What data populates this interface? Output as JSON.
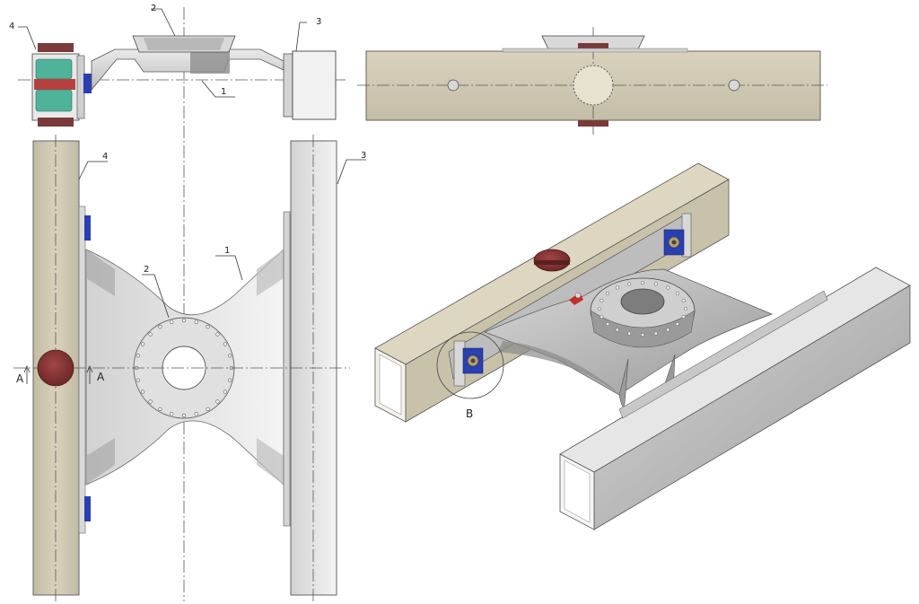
{
  "callouts": {
    "top_view": {
      "plate": "1",
      "flange": "2",
      "right_beam": "3",
      "left_beam": "4"
    },
    "plan_view": {
      "plate": "1",
      "flange": "2",
      "right_beam": "3",
      "left_beam": "4"
    },
    "section_marks": {
      "left": "A",
      "right": "A"
    },
    "detail": {
      "label": "B"
    }
  },
  "colors": {
    "beam_tan": "#cdc6b0",
    "steel_gray": "#c8c8c8",
    "flange_dark": "#7a2e2e",
    "bolt_blue": "#2a3fb0",
    "spring_green": "#4fb39a"
  }
}
